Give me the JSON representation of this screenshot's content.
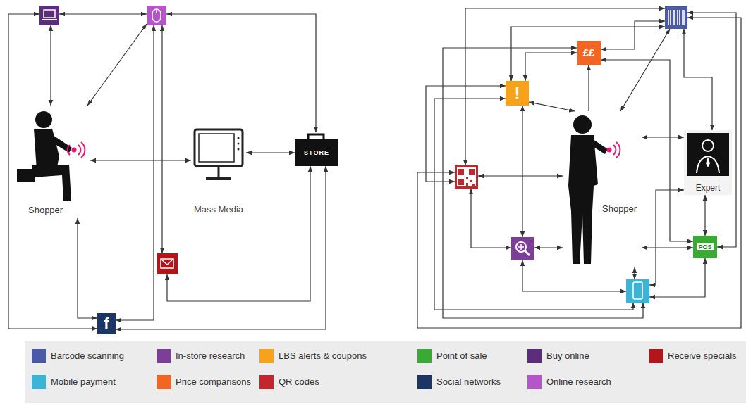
{
  "diagram": {
    "nodes": [
      {
        "text": [
          "Shopper"
        ]
      },
      {
        "text": [
          "Mass Media"
        ]
      },
      {
        "text": [
          "STORE"
        ]
      },
      {
        "text": [
          "f"
        ]
      },
      {
        "text": [
          "££"
        ]
      },
      {
        "text": [
          "!"
        ]
      },
      {
        "text": [
          "Shopper"
        ]
      },
      {
        "text": [
          "Expert"
        ]
      },
      {
        "text": [
          "POS"
        ]
      }
    ],
    "edges": [
      {
        "from": 0,
        "to": 1,
        "arrow": "both"
      },
      {
        "from": 1,
        "to": 2,
        "arrow": "both"
      },
      {
        "from": 2,
        "to": 3,
        "arrow": "both"
      },
      {
        "from": 0,
        "to": 3,
        "arrow": "both"
      },
      {
        "from": 5,
        "to": 4,
        "arrow": "both"
      },
      {
        "from": 5,
        "to": 6,
        "arrow": "both"
      },
      {
        "from": 6,
        "to": 4,
        "arrow": "to"
      },
      {
        "from": 6,
        "to": 7,
        "arrow": "both"
      },
      {
        "from": 6,
        "to": 8,
        "arrow": "both"
      },
      {
        "from": 7,
        "to": 8,
        "arrow": "both"
      }
    ],
    "legend": [
      {
        "text": "Barcode scanning",
        "color": "#4b5aa8"
      },
      {
        "text": "In-store research",
        "color": "#7b3f98"
      },
      {
        "text": "LBS alerts & coupons",
        "color": "#f7a21b"
      },
      {
        "text": "Point of sale",
        "color": "#3aaa35"
      },
      {
        "text": "Buy online",
        "color": "#5c2d7a"
      },
      {
        "text": "Receive specials",
        "color": "#b0161b"
      },
      {
        "text": "Mobile payment",
        "color": "#3bb4d8"
      },
      {
        "text": "Price comparisons",
        "color": "#f26522"
      },
      {
        "text": "QR codes",
        "color": "#c1272d"
      },
      {
        "text": "Social networks",
        "color": "#1a3566"
      },
      {
        "text": "Online research",
        "color": "#b455c8"
      }
    ]
  }
}
